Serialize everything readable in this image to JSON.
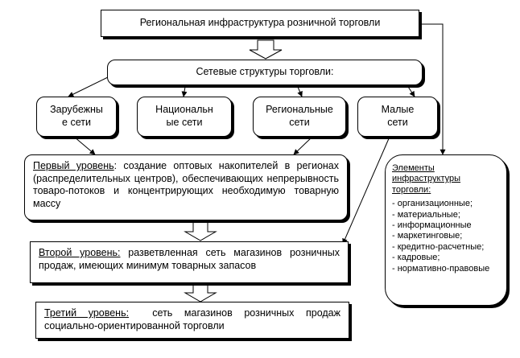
{
  "top_box": "Региональная инфраструктура розничной торговли",
  "network_box": "Сетевые структуры торговли:",
  "networks": [
    "Зарубежные сети",
    "Национальные сети",
    "Региональные сети",
    "Малые сети"
  ],
  "network_lines": [
    [
      "Зарубежны",
      "е сети"
    ],
    [
      "Национальн",
      "ые сети"
    ],
    [
      "Региональные",
      "сети"
    ],
    [
      "Малые",
      "сети"
    ]
  ],
  "level1": {
    "title": "Первый уровень",
    "text": ": создание оптовых накопителей в регионах (распределительных центров), обеспечивающих непрерывность товаро-потоков и концентрирующих необходимую товарную массу"
  },
  "level2": {
    "title": "Второй уровень:",
    "text": " разветвленная сеть магазинов розничных продаж, имеющих минимум товарных запасов"
  },
  "level3": {
    "title": "Третий уровень:",
    "text": "  сеть магазинов розничных продаж социально-ориентированной торговли"
  },
  "elements": {
    "title": "Элементы инфраструктуры торговли:",
    "items": [
      "- организационные;",
      "- материальные;",
      "- информационные",
      "- маркетинговые;",
      "- кредитно-расчетные;",
      "- кадровые;",
      "- нормативно-правовые"
    ]
  }
}
